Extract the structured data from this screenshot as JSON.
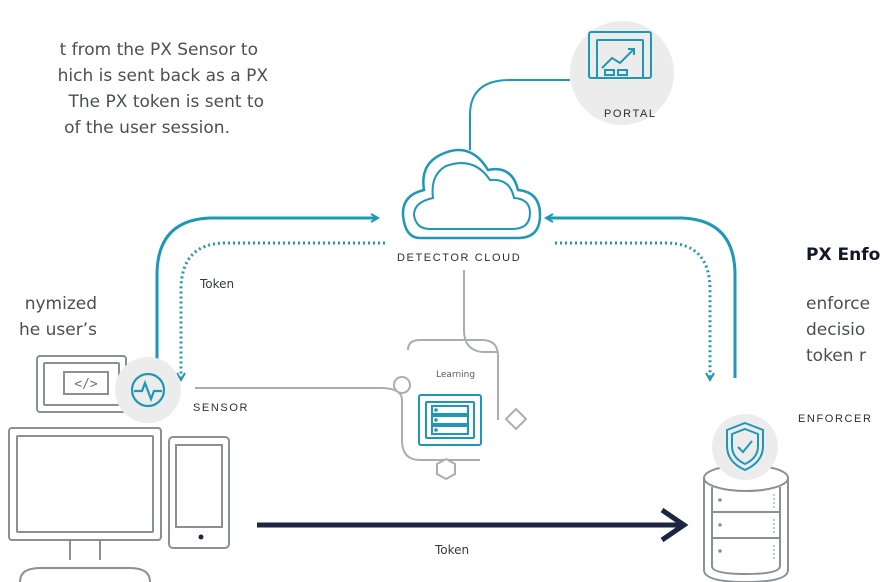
{
  "colors": {
    "teal": "#1e98b6",
    "navy": "#1c2541",
    "gray": "#a9aeb5",
    "circle": "#ececec"
  },
  "intro_text": [
    "t from the PX Sensor to",
    "hich is sent back as a PX",
    "The PX token is sent to",
    "of the user session."
  ],
  "left_text": [
    "nymized",
    "he user’s"
  ],
  "right_text": {
    "heading": "PX Enfo",
    "lines": [
      "enforce",
      "decisio",
      "token r"
    ]
  },
  "nodes": {
    "portal": "PORTAL",
    "detector_cloud": "DETECTOR CLOUD",
    "sensor": "SENSOR",
    "enforcer": "ENFORCER",
    "learning": "Learning"
  },
  "edges": {
    "token_left": "Token",
    "token_bottom": "Token"
  },
  "icons": {
    "portal": "monitor-chart-icon",
    "cloud": "cloud-icon",
    "sensor": "pulse-icon",
    "enforcer": "shield-check-icon",
    "learning": "server-list-icon",
    "database": "database-icon"
  }
}
